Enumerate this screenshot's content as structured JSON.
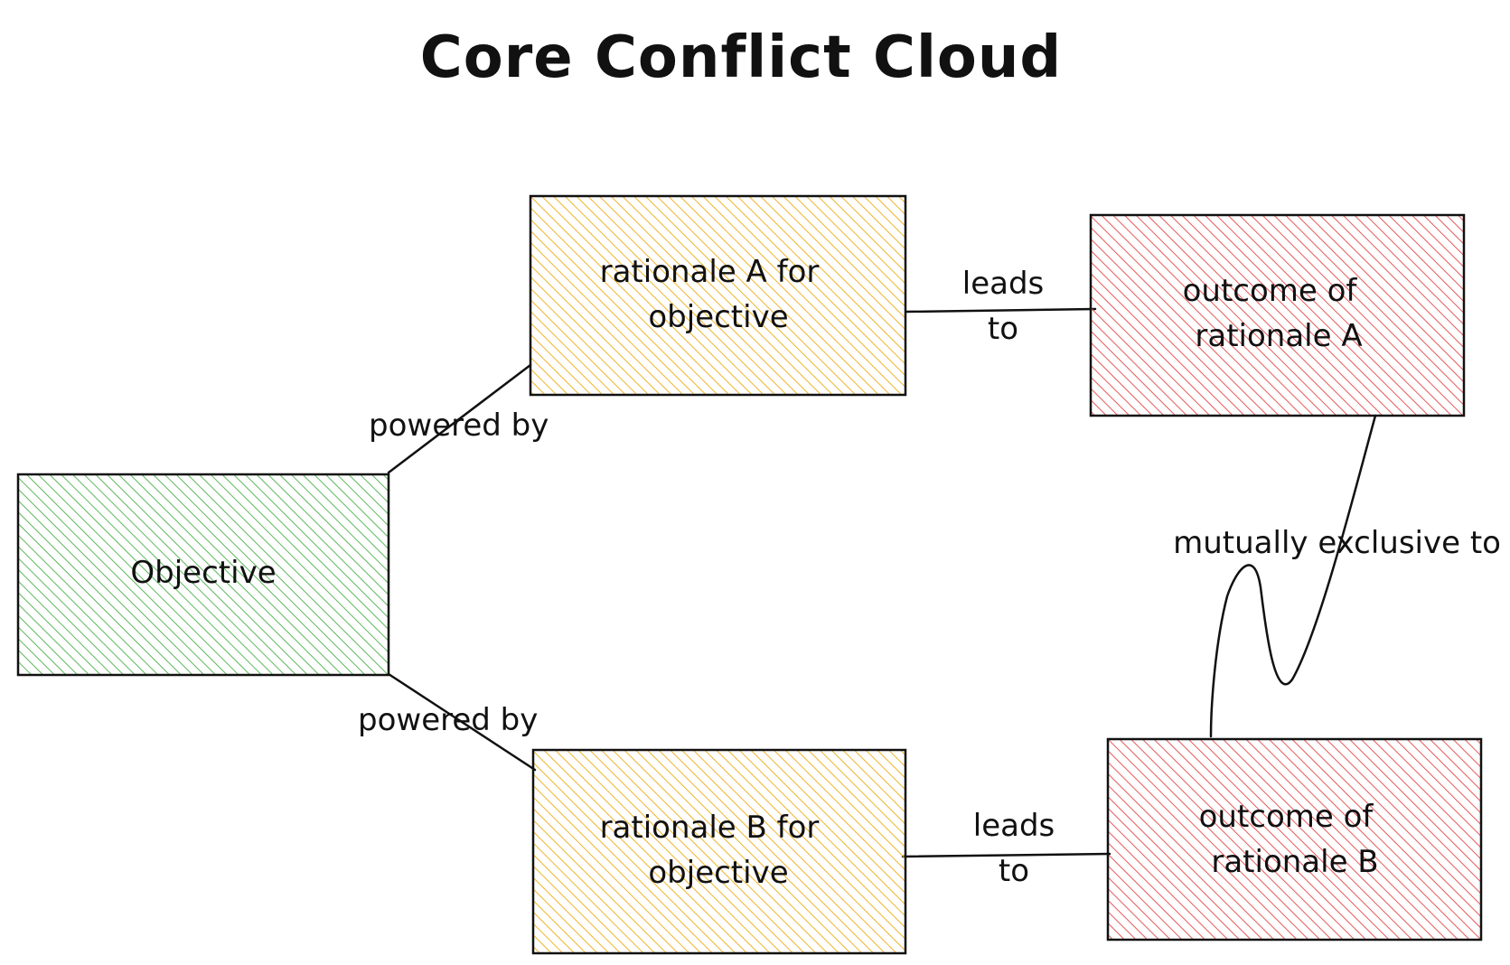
{
  "title": "Core Conflict Cloud",
  "colors": {
    "objective_hatch": "#5cb85c",
    "rationale_hatch": "#f0b429",
    "outcome_hatch": "#e8585a",
    "stroke": "#111111"
  },
  "nodes": {
    "objective": {
      "label": "Objective"
    },
    "rationale_a": {
      "line1": "rationale A for",
      "line2": "objective"
    },
    "rationale_b": {
      "line1": "rationale B for",
      "line2": "objective"
    },
    "outcome_a": {
      "line1": "outcome of",
      "line2": "rationale A"
    },
    "outcome_b": {
      "line1": "outcome of",
      "line2": "rationale B"
    }
  },
  "edges": {
    "objective_to_rationale_a": {
      "label": "powered by"
    },
    "objective_to_rationale_b": {
      "label": "powered by"
    },
    "rationale_a_to_outcome_a": {
      "line1": "leads",
      "line2": "to"
    },
    "rationale_b_to_outcome_b": {
      "line1": "leads",
      "line2": "to"
    },
    "outcome_a_to_outcome_b": {
      "label": "mutually exclusive to"
    }
  }
}
